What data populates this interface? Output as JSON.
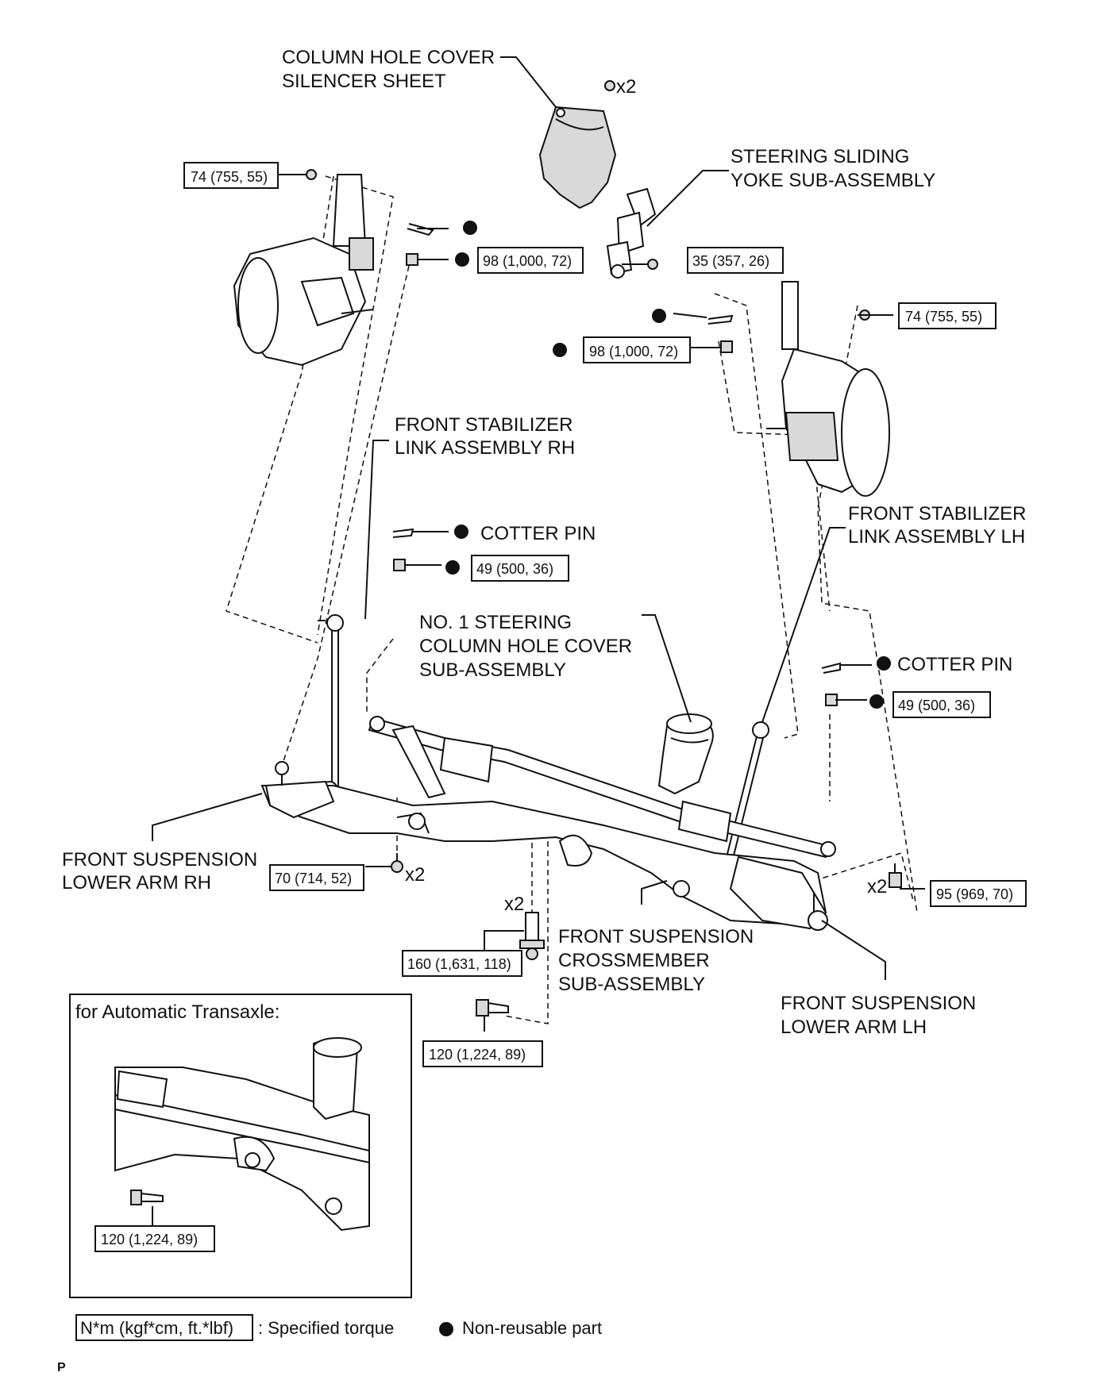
{
  "labels": {
    "column_hole_cover_1": "COLUMN HOLE COVER",
    "column_hole_cover_2": "SILENCER SHEET",
    "sliding_yoke_1": "STEERING SLIDING",
    "sliding_yoke_2": "YOKE SUB-ASSEMBLY",
    "stab_rh_1": "FRONT STABILIZER",
    "stab_rh_2": "LINK ASSEMBLY RH",
    "stab_lh_1": "FRONT STABILIZER",
    "stab_lh_2": "LINK ASSEMBLY LH",
    "cotter_pin_1": "COTTER PIN",
    "cotter_pin_2": "COTTER PIN",
    "no1_cover_1": "NO. 1 STEERING",
    "no1_cover_2": "COLUMN HOLE COVER",
    "no1_cover_3": "SUB-ASSEMBLY",
    "lower_arm_rh_1": "FRONT SUSPENSION",
    "lower_arm_rh_2": "LOWER ARM RH",
    "crossmember_1": "FRONT SUSPENSION",
    "crossmember_2": "CROSSMEMBER",
    "crossmember_3": "SUB-ASSEMBLY",
    "lower_arm_lh_1": "FRONT SUSPENSION",
    "lower_arm_lh_2": "LOWER ARM LH"
  },
  "quantities": {
    "cover_clip": "x2",
    "bolt_70": "x2",
    "bolt_160": "x2",
    "bolt_95": "x2"
  },
  "torques": {
    "t74_left": "74 (755, 55)",
    "t98_left": "98 (1,000, 72)",
    "t35": "35 (357, 26)",
    "t74_right": "74 (755, 55)",
    "t98_right": "98 (1,000, 72)",
    "t49_left": "49 (500, 36)",
    "t49_right": "49 (500, 36)",
    "t70": "70 (714, 52)",
    "t95": "95 (969, 70)",
    "t160": "160 (1,631, 118)",
    "t120": "120 (1,224, 89)",
    "t120_inset": "120 (1,224, 89)"
  },
  "inset": {
    "title": "for Automatic Transaxle:"
  },
  "legend": {
    "torque_key": "N*m (kgf*cm, ft.*lbf)",
    "torque_text": ": Specified torque",
    "nonreusable_text": "Non-reusable part"
  },
  "corner_mark": "P"
}
